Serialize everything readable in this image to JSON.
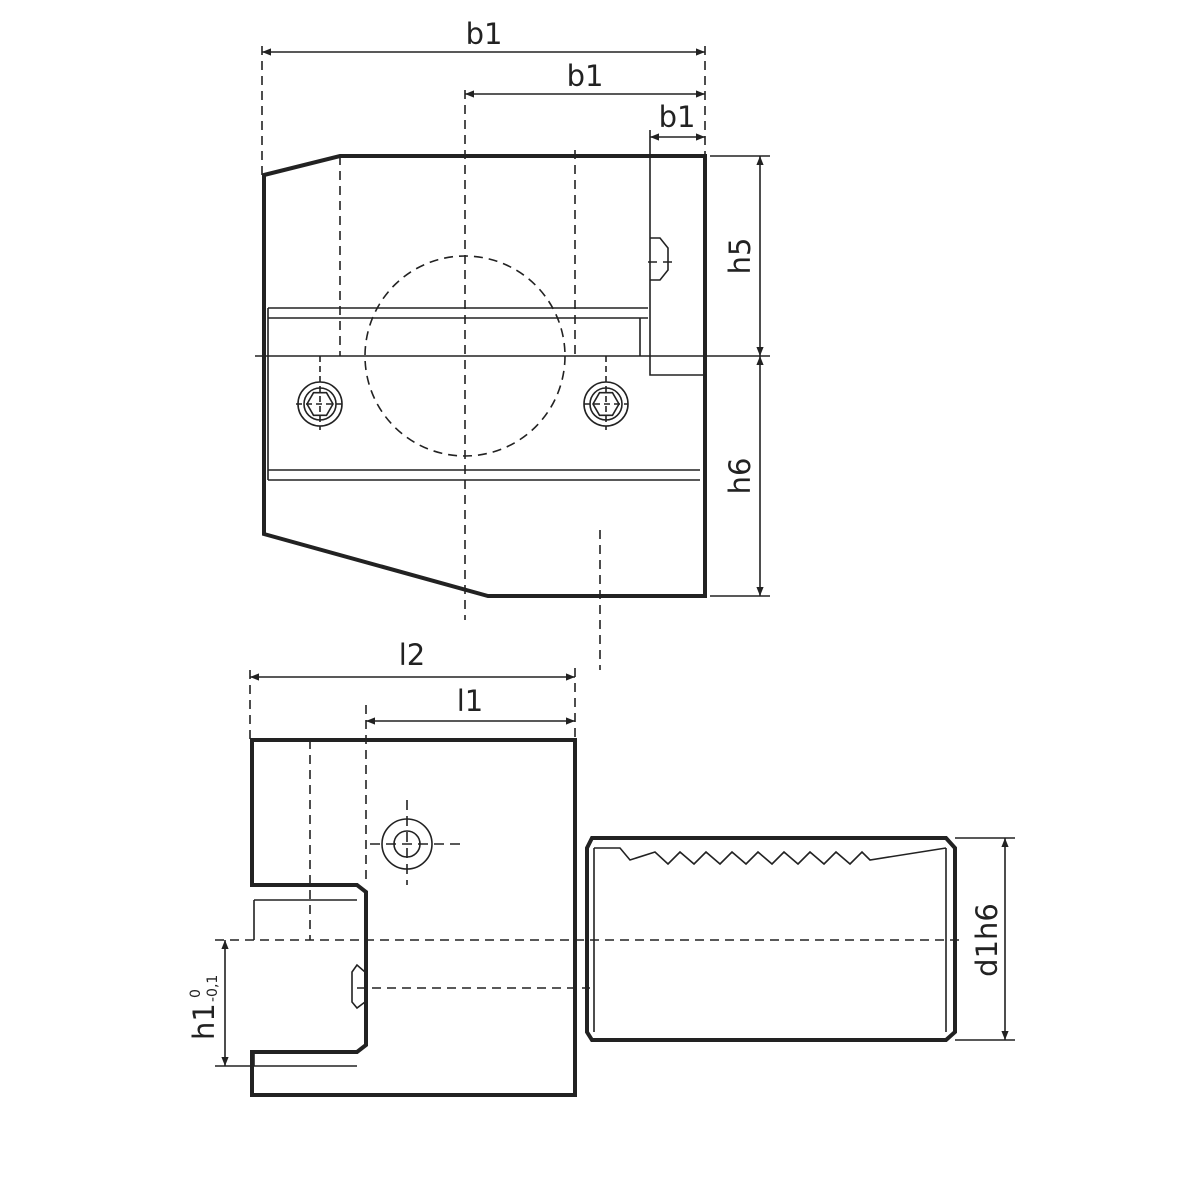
{
  "top_view": {
    "dim_b1_overall": "b1",
    "dim_b1_half": "b1",
    "dim_b1_small": "b1",
    "dim_h5": "h5",
    "dim_h6": "h6"
  },
  "side_view": {
    "dim_l2": "l2",
    "dim_l1": "l1",
    "dim_h1": "h1",
    "dim_h1_tol_upper": "0",
    "dim_h1_tol_lower": "-0,1",
    "dim_d1h6": "d1h6"
  },
  "colors": {
    "line": "#222222",
    "background": "#ffffff"
  }
}
